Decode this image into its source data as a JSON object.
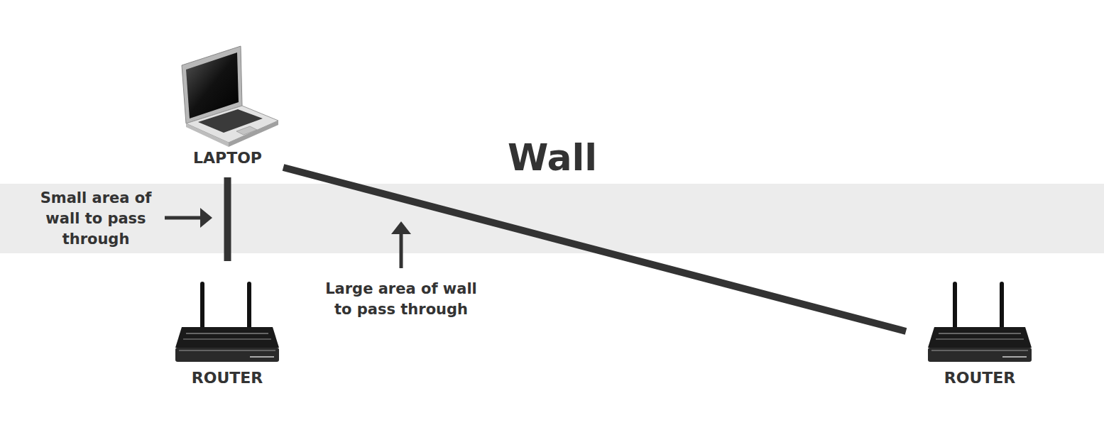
{
  "diagram": {
    "nodes": [
      {
        "text": [
          "LAPTOP"
        ]
      },
      {
        "text": [
          "ROUTER"
        ]
      },
      {
        "text": [
          "ROUTER"
        ]
      }
    ],
    "edges": [
      {
        "from": 0,
        "to": 1,
        "arrow": "none"
      },
      {
        "from": 0,
        "to": 2,
        "arrow": "none"
      }
    ],
    "labels": [
      "Wall",
      "Small area of wall to pass through",
      "Large area of wall to pass through"
    ]
  }
}
